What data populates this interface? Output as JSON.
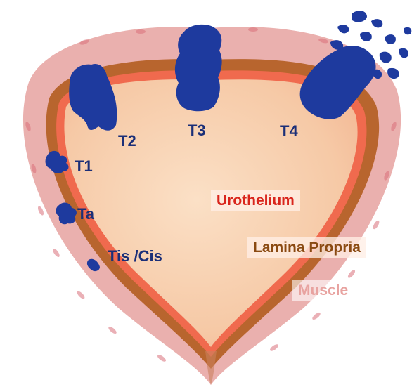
{
  "stages": {
    "t2": "T2",
    "t3": "T3",
    "t4": "T4",
    "t1": "T1",
    "ta": "Ta",
    "tis": "Tis /Cis"
  },
  "layers": {
    "urothelium": "Urothelium",
    "lamina_propria": "Lamina Propria",
    "muscle": "Muscle"
  },
  "colors": {
    "tumor": "#1e3a9e",
    "stage_text": "#1b2f78",
    "urothelium_text": "#d9251c",
    "lamina_propria_text": "#8a4a12",
    "muscle_text": "#e8a3a0",
    "muscle_wall": "#e9a7a7",
    "lamina_propria_band": "#b8652e",
    "urothelium_band": "#f06a4e",
    "lumen": "#f7cfae"
  }
}
